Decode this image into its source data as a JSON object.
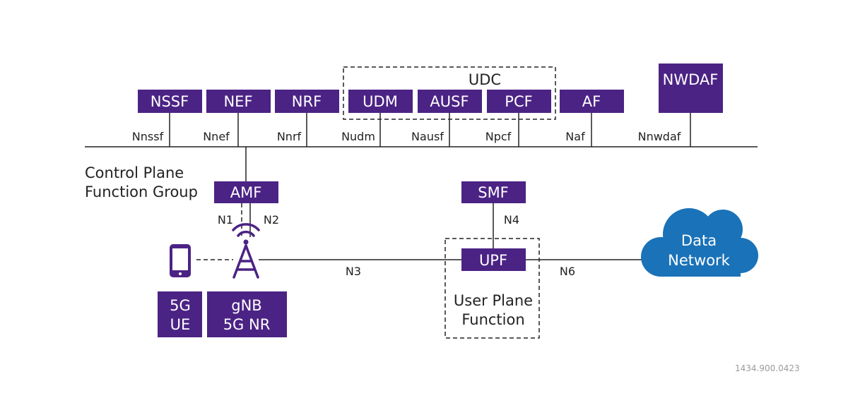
{
  "colors": {
    "nf_fill": "#4b2384",
    "cloud_fill": "#1a72b8",
    "line": "#222222",
    "ref_text": "#9a9a9a"
  },
  "control_plane_nfs": {
    "nssf": "NSSF",
    "nef": "NEF",
    "nrf": "NRF",
    "udm": "UDM",
    "ausf": "AUSF",
    "pcf": "PCF",
    "af": "AF",
    "nwdaf": "NWDAF"
  },
  "udc_label": "UDC",
  "interfaces": {
    "nnssf": "Nnssf",
    "nnef": "Nnef",
    "nnrf": "Nnrf",
    "nudm": "Nudm",
    "nausf": "Nausf",
    "npcf": "Npcf",
    "naf": "Naf",
    "nnwdaf": "Nnwdaf"
  },
  "control_plane_group": {
    "line1": "Control Plane",
    "line2": "Function Group"
  },
  "amf": "AMF",
  "smf": "SMF",
  "upf": "UPF",
  "ref_points": {
    "n1": "N1",
    "n2": "N2",
    "n3": "N3",
    "n4": "N4",
    "n6": "N6"
  },
  "user_plane_group": {
    "line1": "User Plane",
    "line2": "Function"
  },
  "ue_box": {
    "line1": "5G",
    "line2": "UE"
  },
  "gnb_box": {
    "line1": "gNB",
    "line2": "5G NR"
  },
  "data_network": {
    "line1": "Data",
    "line2": "Network"
  },
  "icons": {
    "phone": "phone-icon",
    "antenna": "antenna-tower-icon",
    "cloud": "cloud-icon"
  },
  "document_ref": "1434.900.0423"
}
